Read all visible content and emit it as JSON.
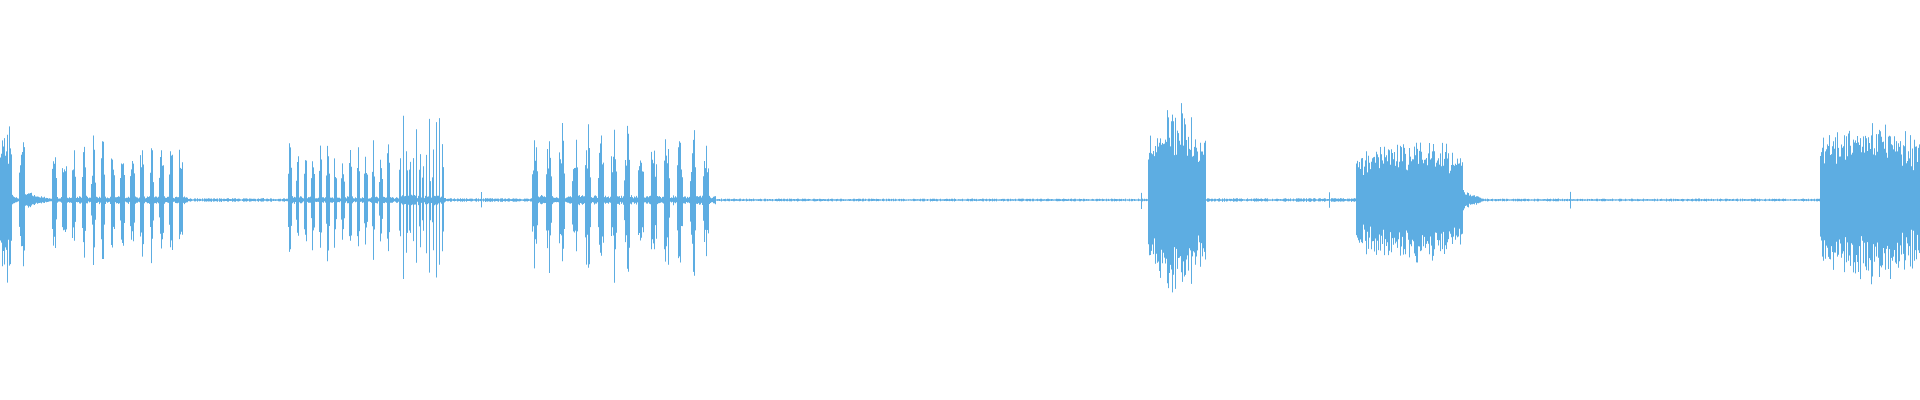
{
  "waveform": {
    "color": "#5DADE2",
    "background": "#ffffff",
    "segments": [
      {
        "start": 0.0,
        "end": 0.006,
        "amp": 0.85,
        "pattern": "dense"
      },
      {
        "start": 0.006,
        "end": 0.01,
        "amp": 0.05,
        "pattern": "tail"
      },
      {
        "start": 0.01,
        "end": 0.013,
        "amp": 0.75,
        "pattern": "dense"
      },
      {
        "start": 0.013,
        "end": 0.027,
        "amp": 0.08,
        "pattern": "tail"
      },
      {
        "start": 0.027,
        "end": 0.098,
        "amp": 0.7,
        "pattern": "bursts"
      },
      {
        "start": 0.098,
        "end": 0.15,
        "amp": 0.02,
        "pattern": "quiet"
      },
      {
        "start": 0.15,
        "end": 0.205,
        "amp": 0.65,
        "pattern": "bursts"
      },
      {
        "start": 0.205,
        "end": 0.208,
        "amp": 0.04,
        "pattern": "quiet"
      },
      {
        "start": 0.208,
        "end": 0.232,
        "amp": 0.9,
        "pattern": "bursts"
      },
      {
        "start": 0.232,
        "end": 0.277,
        "amp": 0.02,
        "pattern": "quiet"
      },
      {
        "start": 0.277,
        "end": 0.373,
        "amp": 0.85,
        "pattern": "bursts"
      },
      {
        "start": 0.373,
        "end": 0.598,
        "amp": 0.015,
        "pattern": "quiet"
      },
      {
        "start": 0.598,
        "end": 0.628,
        "amp": 0.95,
        "pattern": "dense"
      },
      {
        "start": 0.628,
        "end": 0.706,
        "amp": 0.02,
        "pattern": "quiet"
      },
      {
        "start": 0.706,
        "end": 0.762,
        "amp": 0.65,
        "pattern": "dense"
      },
      {
        "start": 0.762,
        "end": 0.773,
        "amp": 0.1,
        "pattern": "tail"
      },
      {
        "start": 0.773,
        "end": 0.948,
        "amp": 0.015,
        "pattern": "quiet"
      },
      {
        "start": 0.948,
        "end": 1.0,
        "amp": 0.85,
        "pattern": "dense"
      }
    ]
  }
}
